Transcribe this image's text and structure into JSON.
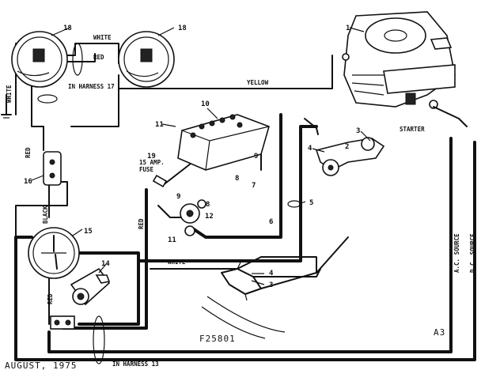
{
  "diagram": {
    "footer_date": "AUGUST, 1975",
    "figure_number": "F25801",
    "page_code": "A3",
    "harness_13": "IN HARNESS 13",
    "harness_17": "IN HARNESS 17",
    "wire_labels": {
      "white_top": "WHITE",
      "red_top": "RED",
      "white_left": "WHITE",
      "yellow": "YELLOW",
      "red_left": "RED",
      "black": "BLACK",
      "red_bottom": "RED",
      "red_middle": "RED",
      "white_middle": "WHITE",
      "ac_source": "A.C. SOURCE",
      "dc_source": "D.C. SOURCE",
      "starter": "STARTER",
      "fuse": "15 AMP.\nFUSE"
    },
    "part_numbers": {
      "p1": "1",
      "p2": "2",
      "p3a": "3",
      "p3b": "3",
      "p4a": "4",
      "p4b": "4",
      "p5": "5",
      "p6": "6",
      "p7": "7",
      "p8a": "8",
      "p8b": "8",
      "p9a": "9",
      "p9b": "9",
      "p10": "10",
      "p11a": "11",
      "p11b": "11",
      "p12": "12",
      "p14": "14",
      "p15": "15",
      "p16": "16",
      "p18a": "18",
      "p18b": "18",
      "p19": "19"
    }
  }
}
